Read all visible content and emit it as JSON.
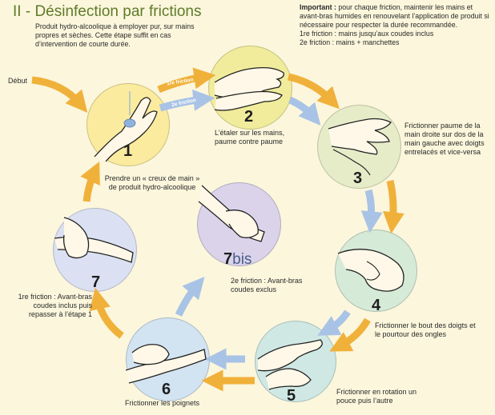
{
  "title": "II - Désinfection par frictions",
  "intro": "Produit hydro-alcoolique à employer pur, sur mains propres et sèches. Cette étape suffit en cas d’intervention de courte durée.",
  "important": {
    "heading": "Important :",
    "text": " pour chaque friction, maintenir les mains et avant-bras humides en renouvelant l’application de produit si nécessaire pour respecter la durée recommandée.",
    "friction1": "1re friction : mains jusqu’aux coudes inclus",
    "friction2": "2e friction : mains + manchettes"
  },
  "start_label": "Début",
  "arrow_tags": {
    "first": "1re friction",
    "second": "2e friction"
  },
  "steps": [
    {
      "number": "1",
      "label": "Prendre un « creux de main » de produit hydro-alcoolique"
    },
    {
      "number": "2",
      "label": "L’étaler sur les mains, paume contre paume"
    },
    {
      "number": "3",
      "label": "Frictionner paume de la main droite sur dos de la main gauche avec doigts entrelacés et vice-versa"
    },
    {
      "number": "4",
      "label": "Frictionner le bout des doigts et le pourtour des ongles"
    },
    {
      "number": "5",
      "label": "Frictionner en rotation un pouce puis l’autre"
    },
    {
      "number": "6",
      "label": "Frictionner les poignets"
    },
    {
      "number": "7",
      "label": "1re friction : Avant-bras coudes inclus puis repasser à l’étape 1"
    },
    {
      "number": "7",
      "suffix": "bis",
      "label": "2e friction : Avant-bras coudes exclus"
    }
  ],
  "colors": {
    "orange": "#f0b13a",
    "blue": "#a8c3e6",
    "title_green": "#5f7a2a",
    "c1": "#fbeb9e",
    "c2": "#f1ec9c",
    "c3": "#e6ecc8",
    "c4": "#d6ead8",
    "c5": "#cfe8e4",
    "c6": "#d2e3f1",
    "c7": "#dbe1f2",
    "c7bis": "#dad3ea"
  }
}
